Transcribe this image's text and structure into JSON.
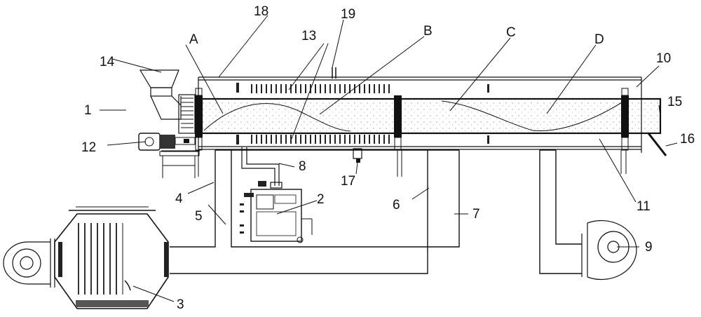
{
  "diagram": {
    "letter_labels": {
      "A": "A",
      "B": "B",
      "C": "C",
      "D": "D"
    },
    "number_labels": {
      "n1": "1",
      "n2": "2",
      "n3": "3",
      "n4": "4",
      "n5": "5",
      "n6": "6",
      "n7": "7",
      "n8": "8",
      "n9": "9",
      "n10": "10",
      "n11": "11",
      "n12": "12",
      "n13": "13",
      "n14": "14",
      "n15": "15",
      "n16": "16",
      "n17": "17",
      "n18": "18",
      "n19": "19"
    }
  }
}
